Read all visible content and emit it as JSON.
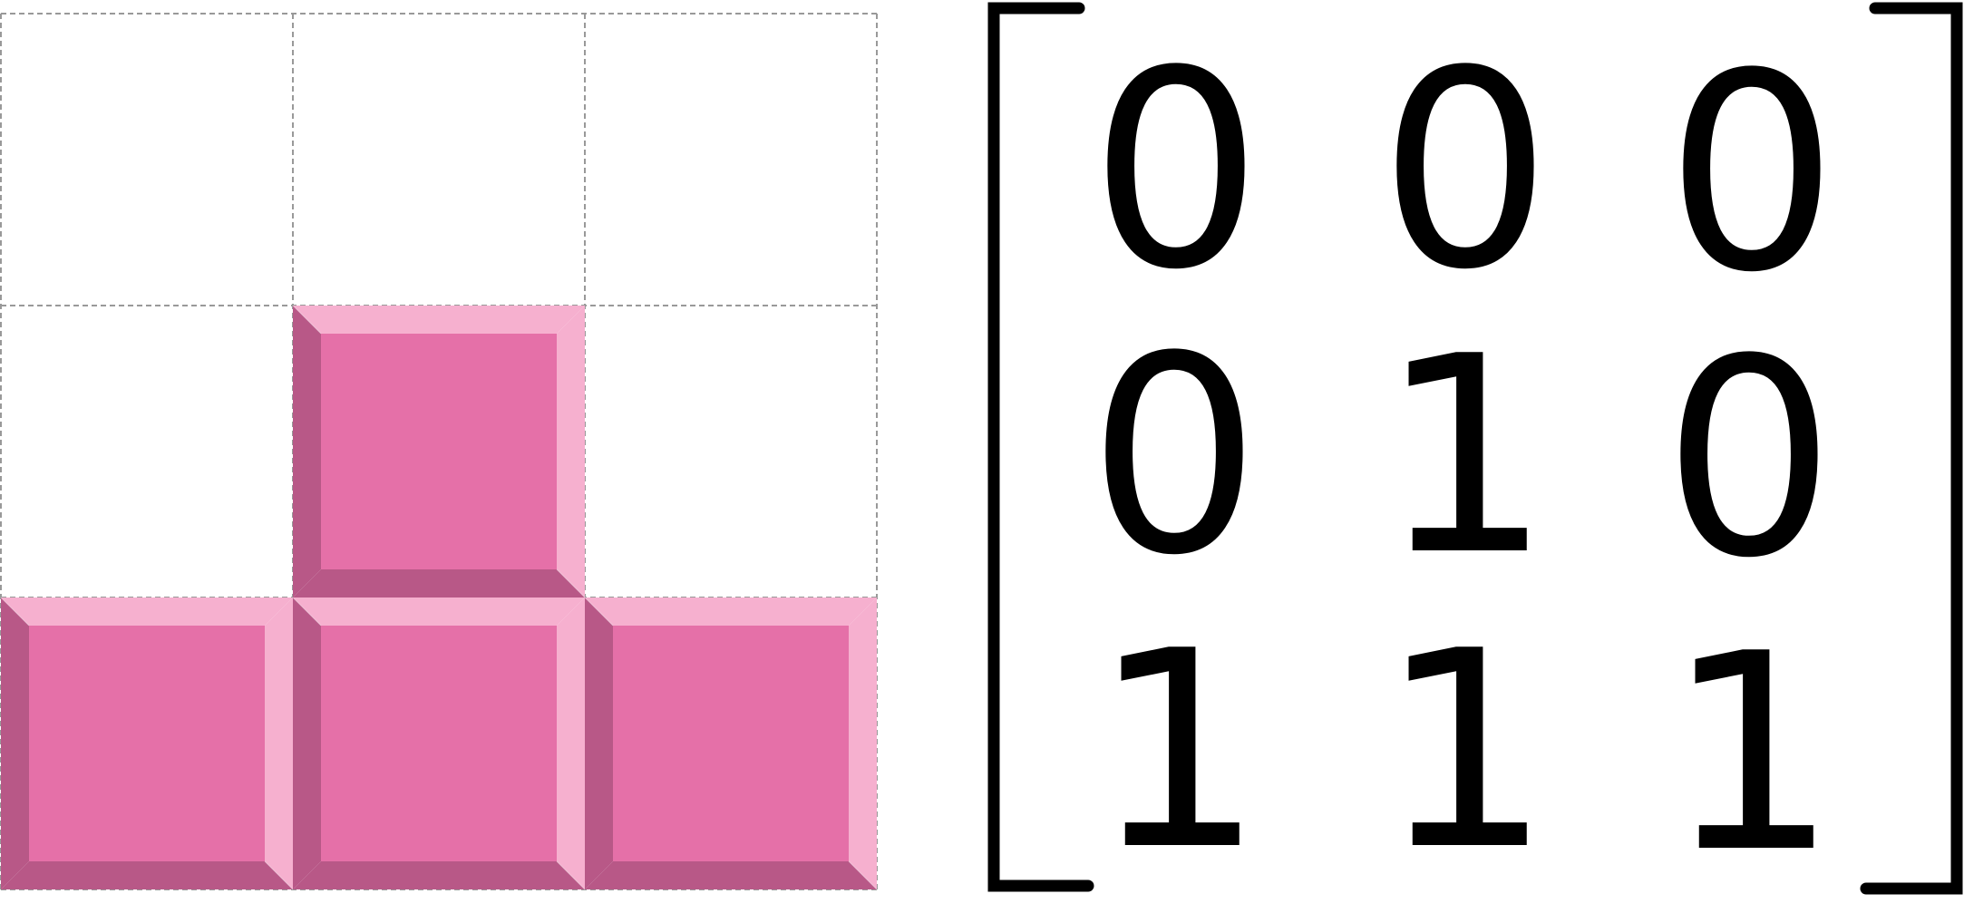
{
  "grid": {
    "rows": 3,
    "cols": 3,
    "cells": [
      [
        0,
        0,
        0
      ],
      [
        0,
        1,
        0
      ],
      [
        1,
        1,
        1
      ]
    ]
  },
  "matrix": {
    "values": [
      [
        "0",
        "0",
        "0"
      ],
      [
        "0",
        "1",
        "0"
      ],
      [
        "1",
        "1",
        "1"
      ]
    ]
  },
  "colors": {
    "block_face": "#e570a8",
    "block_light": "#f6b0cf",
    "block_dark": "#b85887",
    "grid_line": "#999999",
    "bracket": "#000000",
    "text": "#000000"
  }
}
